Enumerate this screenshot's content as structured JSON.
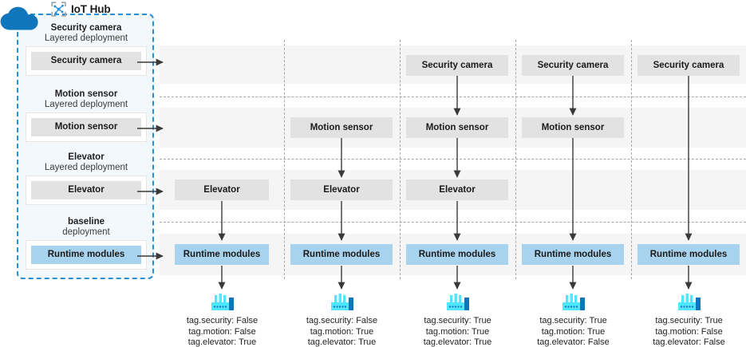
{
  "hub": {
    "title": "IoT Hub",
    "icon": "iot-hub-icon",
    "cloud_icon": "cloud-icon",
    "accent_color": "#2a8fd4",
    "panel_bg": "#f2f8fc",
    "deployments": [
      {
        "name": "Security camera",
        "kind": "Layered deployment",
        "chip": "Security camera",
        "chip_color": "#e2e2e2"
      },
      {
        "name": "Motion sensor",
        "kind": "Layered deployment",
        "chip": "Motion sensor",
        "chip_color": "#e2e2e2"
      },
      {
        "name": "Elevator",
        "kind": "Layered deployment",
        "chip": "Elevator",
        "chip_color": "#e2e2e2"
      },
      {
        "name": "baseline",
        "kind": "deployment",
        "chip": "Runtime modules",
        "chip_color": "#a8d3ee"
      }
    ]
  },
  "grid": {
    "row_labels": [
      "Security camera",
      "Motion sensor",
      "Elevator",
      "Runtime modules"
    ],
    "runtime_color": "#a8d3ee",
    "node_color": "#e2e2e2",
    "band_color": "#f5f5f5",
    "separator_color": "#a6a6a6",
    "columns": [
      {
        "nodes": [
          null,
          null,
          "Elevator",
          "Runtime modules"
        ],
        "device_icon": "factory-icon",
        "tags": [
          "tag.security: False",
          "tag.motion: False",
          "tag.elevator: True"
        ]
      },
      {
        "nodes": [
          null,
          "Motion sensor",
          "Elevator",
          "Runtime modules"
        ],
        "device_icon": "factory-icon",
        "tags": [
          "tag.security: False",
          "tag.motion: True",
          "tag.elevator: True"
        ]
      },
      {
        "nodes": [
          "Security camera",
          "Motion sensor",
          "Elevator",
          "Runtime modules"
        ],
        "device_icon": "factory-icon",
        "tags": [
          "tag.security: True",
          "tag.motion: True",
          "tag.elevator: True"
        ]
      },
      {
        "nodes": [
          "Security camera",
          "Motion sensor",
          null,
          "Runtime modules"
        ],
        "device_icon": "factory-icon",
        "tags": [
          "tag.security: True",
          "tag.motion: True",
          "tag.elevator: False"
        ]
      },
      {
        "nodes": [
          "Security camera",
          null,
          null,
          "Runtime modules"
        ],
        "device_icon": "factory-icon",
        "tags": [
          "tag.security: True",
          "tag.motion: False",
          "tag.elevator: False"
        ]
      }
    ]
  }
}
